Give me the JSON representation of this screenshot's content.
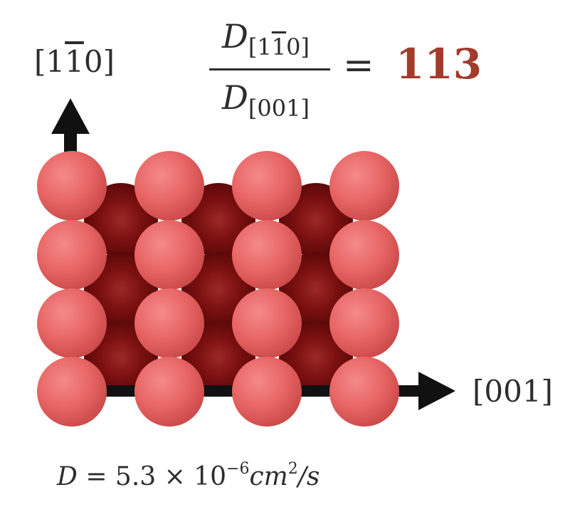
{
  "ratio": {
    "numerator_symbol": "D",
    "numerator_subscript": "[1",
    "numerator_bar_digit": "1",
    "numerator_subscript_end": "0]",
    "denominator_symbol": "D",
    "denominator_subscript": "[001]",
    "equals": "=",
    "value": "113"
  },
  "axes": {
    "vertical_label_open": "[1",
    "vertical_label_bar": "1",
    "vertical_label_close": "0]",
    "horizontal_label": "[001]"
  },
  "diffusion": {
    "symbol": "D",
    "equals": "= 5.3 × 10",
    "exponent": "−6",
    "unit_cm": "cm",
    "unit_exp": "2",
    "unit_rest": "/s"
  },
  "colors": {
    "top_atom": "#e86565",
    "sub_atom": "#8a1414",
    "arrow": "#111111",
    "ratio_value": "#a33a2a"
  }
}
